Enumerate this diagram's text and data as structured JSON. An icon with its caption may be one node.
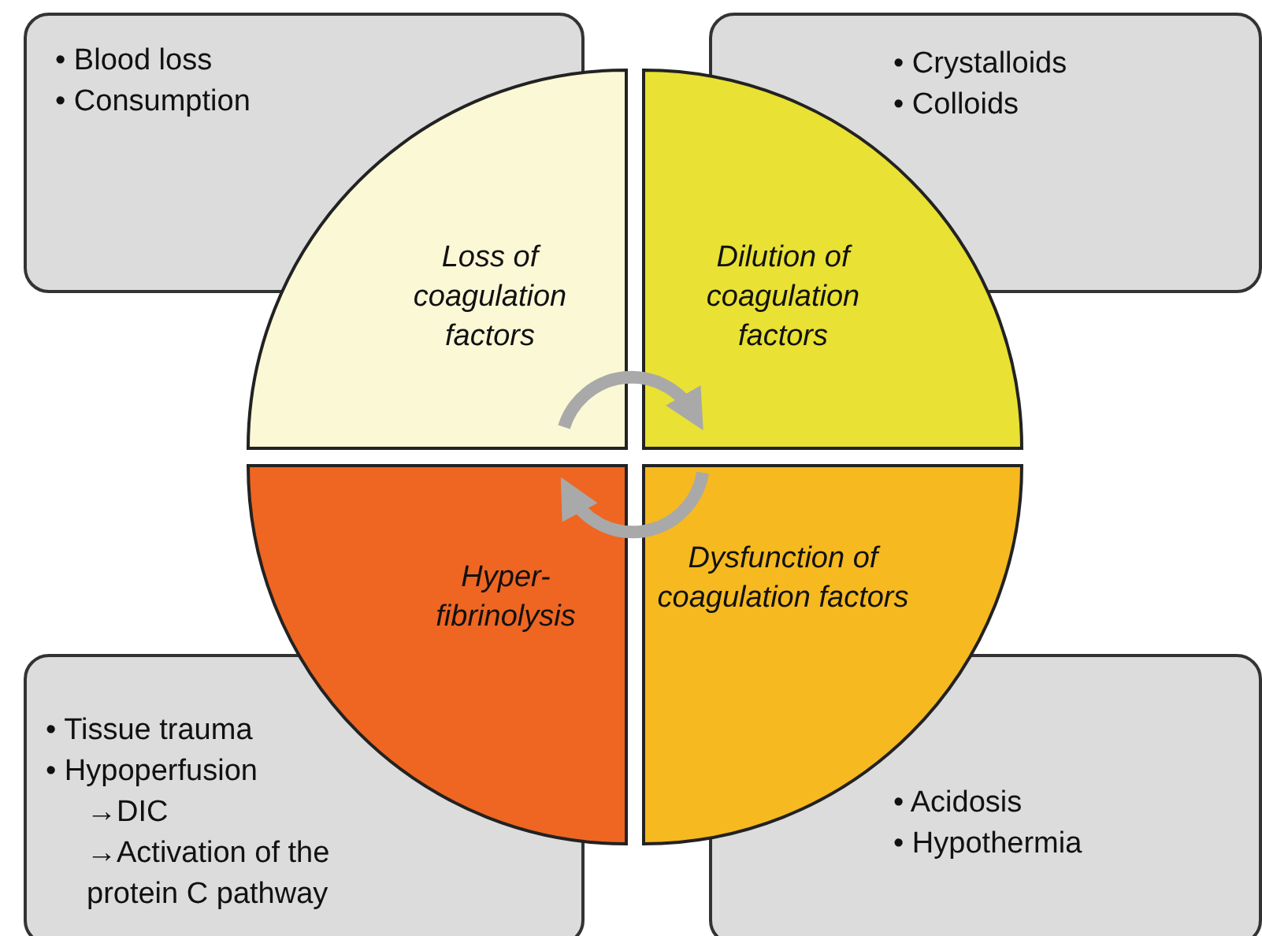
{
  "diagram": {
    "nodes": [
      {
        "text": [
          "• Blood loss",
          "• Consumption"
        ]
      },
      {
        "text": [
          "• Crystalloids",
          "• Colloids"
        ]
      },
      {
        "text": [
          "Loss of coagulation factors"
        ]
      },
      {
        "text": [
          "Dilution of coagulation factors"
        ]
      },
      {
        "text": [
          "Hyper-fibrinolysis"
        ]
      },
      {
        "text": [
          "Dysfunction of coagulation factors"
        ]
      },
      {
        "text": [
          "• Tissue trauma",
          "• Hypoperfusion",
          "→DIC",
          "→Activation of the protein C pathway"
        ]
      },
      {
        "text": [
          "• Acidosis",
          "• Hypothermia"
        ]
      }
    ],
    "edges": [
      {
        "from": 2,
        "to": 3,
        "arrow": "to"
      },
      {
        "from": 5,
        "to": 4,
        "arrow": "to"
      }
    ]
  }
}
